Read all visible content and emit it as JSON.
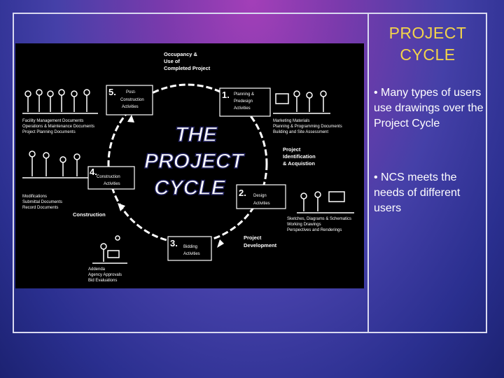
{
  "slide": {
    "title_line1": "PROJECT",
    "title_line2": "CYCLE",
    "bullets": [
      "• Many types of users use drawings over the Project Cycle",
      "• NCS meets the needs of different users"
    ],
    "title_color": "#f3d44a"
  },
  "diagram": {
    "center_title_line1": "THE",
    "center_title_line2": "PROJECT",
    "center_title_line3": "CYCLE",
    "ring_labels": [
      {
        "line1": "Occupancy &",
        "line2": "Use of",
        "line3": "Completed Project"
      },
      {
        "line1": "Project",
        "line2": "Identification",
        "line3": "& Acquistion"
      },
      {
        "line1": "Project",
        "line2": "Development"
      },
      {
        "line1": "Construction"
      }
    ],
    "phases": [
      {
        "num": "1.",
        "line1": "Planning &",
        "line2": "Predesign",
        "line3": "Activities"
      },
      {
        "num": "2.",
        "line1": "Design",
        "line2": "Activities"
      },
      {
        "num": "3.",
        "line1": "Bidding",
        "line2": "Activities"
      },
      {
        "num": "4.",
        "line1": "Construction",
        "line2": "Activities"
      },
      {
        "num": "5.",
        "line1": "Post-",
        "line2": "Construction",
        "line3": "Activities"
      }
    ],
    "notes": {
      "phase1": [
        "Marketing Materials",
        "Planning & Programming Documents",
        "Building and Site Assessment"
      ],
      "phase2": [
        "Sketches, Diagrams & Schematics",
        "Working Drawings",
        "Perspectives and Renderings"
      ],
      "phase3": [
        "Addenda",
        "Agency Approvals",
        "Bid Evaluations"
      ],
      "phase4": [
        "Modifications",
        "Submittal Documents",
        "Record Documents"
      ],
      "phase5": [
        "Facility Management Documents",
        "Operations & Maintenance Documents",
        "Project Planning Documents"
      ]
    }
  }
}
